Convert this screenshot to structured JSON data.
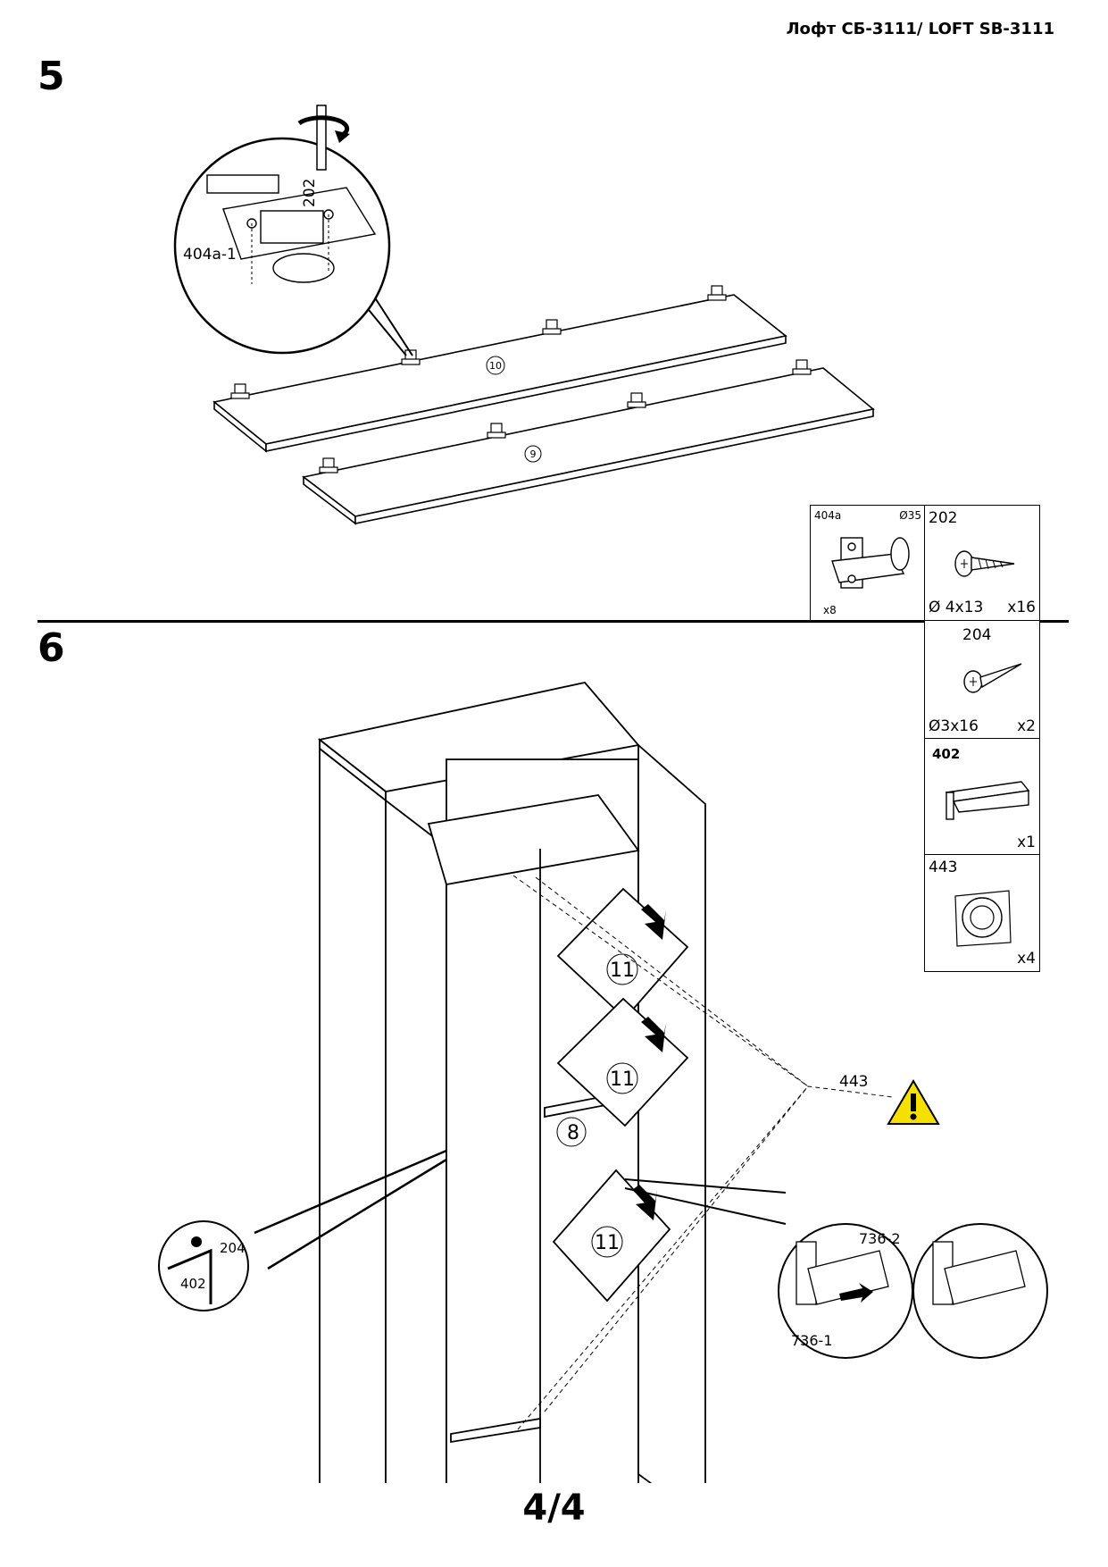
{
  "header": {
    "title": "Лофт СБ-3111/ LOFT SB-3111"
  },
  "steps": [
    {
      "number": "5"
    },
    {
      "number": "6"
    }
  ],
  "step5": {
    "callout_screw": "202",
    "callout_hinge": "404a-1",
    "panel_a": "10",
    "panel_b": "9"
  },
  "parts": {
    "hinge": {
      "code": "404a",
      "diameter": "Ø35",
      "qty": "x8"
    },
    "screw_202": {
      "code": "202",
      "size": "Ø 4x13",
      "qty": "x16"
    },
    "screw_204": {
      "code": "204",
      "size": "Ø3x16",
      "qty": "x2"
    },
    "handle_402": {
      "code": "402",
      "qty": "x1"
    },
    "knob_443": {
      "code": "443",
      "qty": "x4"
    }
  },
  "step6": {
    "drawer_label": "11",
    "shelf_label": "8",
    "knob_label": "443",
    "screw_label": "204",
    "handle_label": "402",
    "hinge_adjust_a": "736-2",
    "hinge_adjust_b": "736-1",
    "warning_icon": "warning-triangle-icon"
  },
  "footer": {
    "page": "4/4"
  }
}
